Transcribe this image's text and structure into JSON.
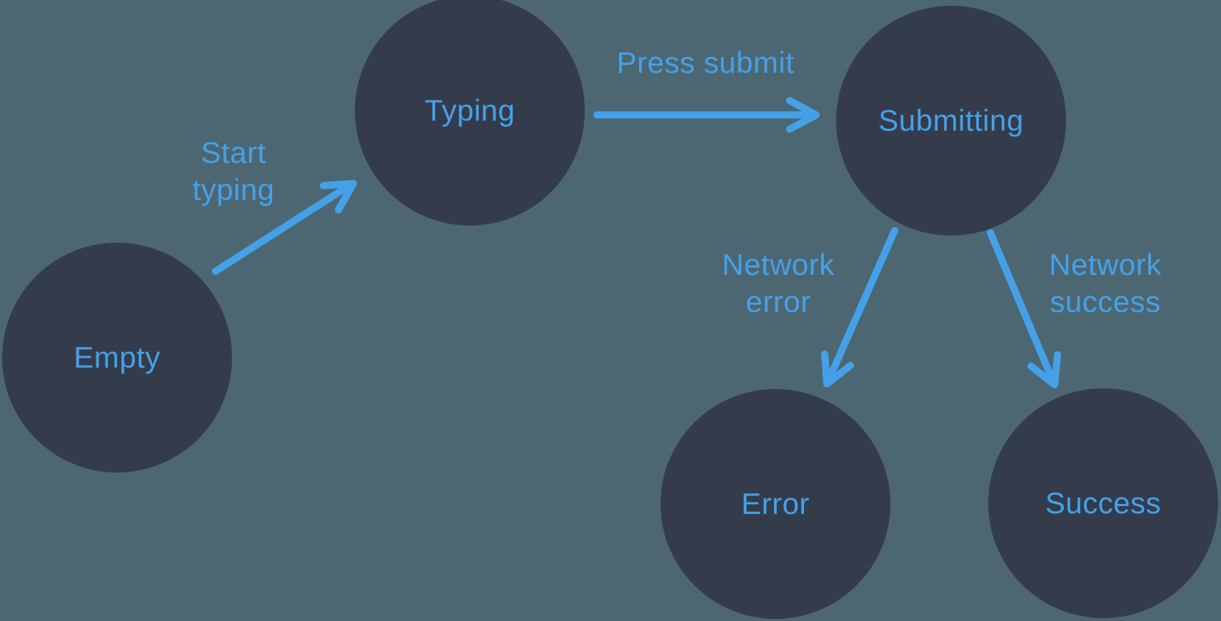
{
  "colors": {
    "background": "#4d6772",
    "node_fill": "#343c4c",
    "accent": "#44a1e8"
  },
  "diagram": {
    "type": "state-machine",
    "states": [
      {
        "id": "empty",
        "label": "Empty"
      },
      {
        "id": "typing",
        "label": "Typing"
      },
      {
        "id": "submitting",
        "label": "Submitting"
      },
      {
        "id": "error",
        "label": "Error"
      },
      {
        "id": "success",
        "label": "Success"
      }
    ],
    "transitions": [
      {
        "id": "start-typing",
        "label": "Start\ntyping",
        "from": "empty",
        "to": "typing"
      },
      {
        "id": "press-submit",
        "label": "Press submit",
        "from": "typing",
        "to": "submitting"
      },
      {
        "id": "network-error",
        "label": "Network\nerror",
        "from": "submitting",
        "to": "error"
      },
      {
        "id": "network-success",
        "label": "Network\nsuccess",
        "from": "submitting",
        "to": "success"
      }
    ]
  }
}
